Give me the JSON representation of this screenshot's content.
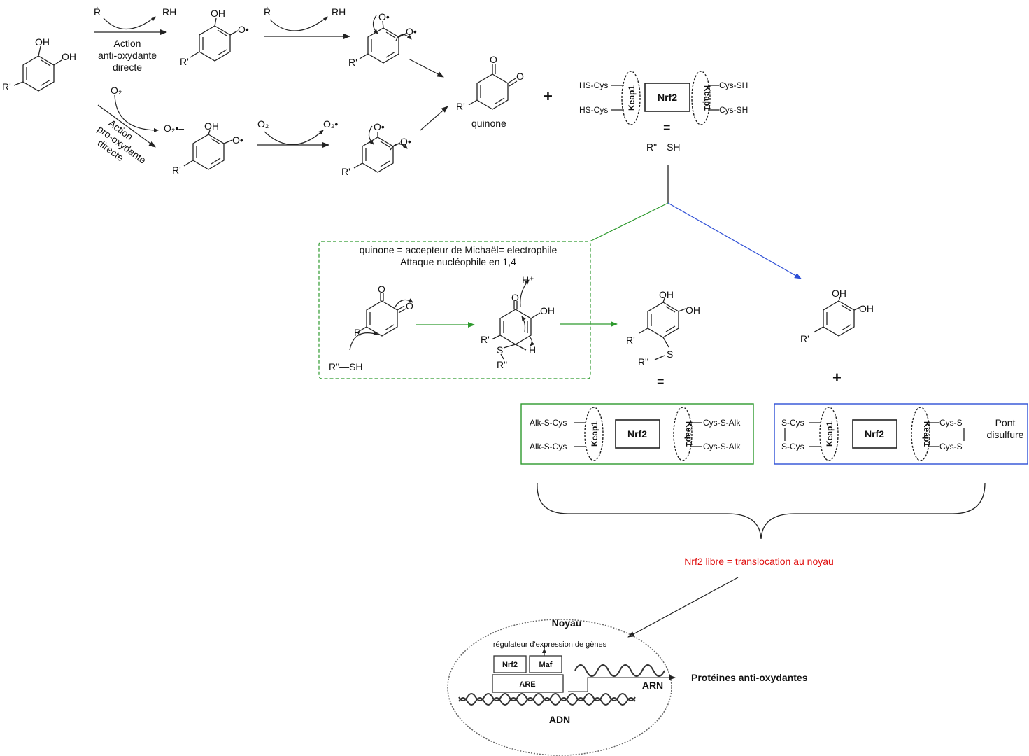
{
  "molecules": {
    "oh": "OH",
    "o": "O",
    "o_radical": "O•",
    "r_prime": "R'",
    "h": "H",
    "s": "S",
    "sh": "SH",
    "r_double": "R\"",
    "r_double_sh": "R\"—SH"
  },
  "top": {
    "r_radical": "Ṙ",
    "rh": "RH",
    "action_anti": [
      "Action",
      "anti-oxydante",
      "directe"
    ],
    "o2": "O₂",
    "o2_radical": "O₂•–",
    "action_pro": [
      "Action",
      "pro-oxydante",
      "directe"
    ],
    "quinone_label": "quinone",
    "plus": "+",
    "equals": "="
  },
  "keap_complex": {
    "hs_cys": "HS-Cys",
    "cys_sh": "Cys-SH",
    "keap1": "Keap1",
    "nrf2": "Nrf2"
  },
  "michael_box": {
    "line1": "quinone = accepteur de Michaël= electrophile",
    "line2": "Attaque nucléophile en 1,4",
    "h_plus": "H⁺"
  },
  "alk_complex": {
    "alk_s_cys": "Alk-S-Cys",
    "cys_s_alk": "Cys-S-Alk"
  },
  "disulfide_complex": {
    "s_cys": "S-Cys",
    "cys_s": "Cys-S",
    "pont": "Pont",
    "disulfure": "disulfure"
  },
  "translocation": "Nrf2 libre = translocation au noyau",
  "nucleus": {
    "title": "Noyau",
    "regulateur": "régulateur d'expression de gènes",
    "nrf2": "Nrf2",
    "maf": "Maf",
    "are": "ARE",
    "arn": "ARN",
    "adn": "ADN",
    "proteines": "Protéines anti-oxydantes"
  },
  "colors": {
    "green": "#2e9a2e",
    "blue": "#2e4fd6",
    "red": "#e01010",
    "black": "#222222"
  }
}
